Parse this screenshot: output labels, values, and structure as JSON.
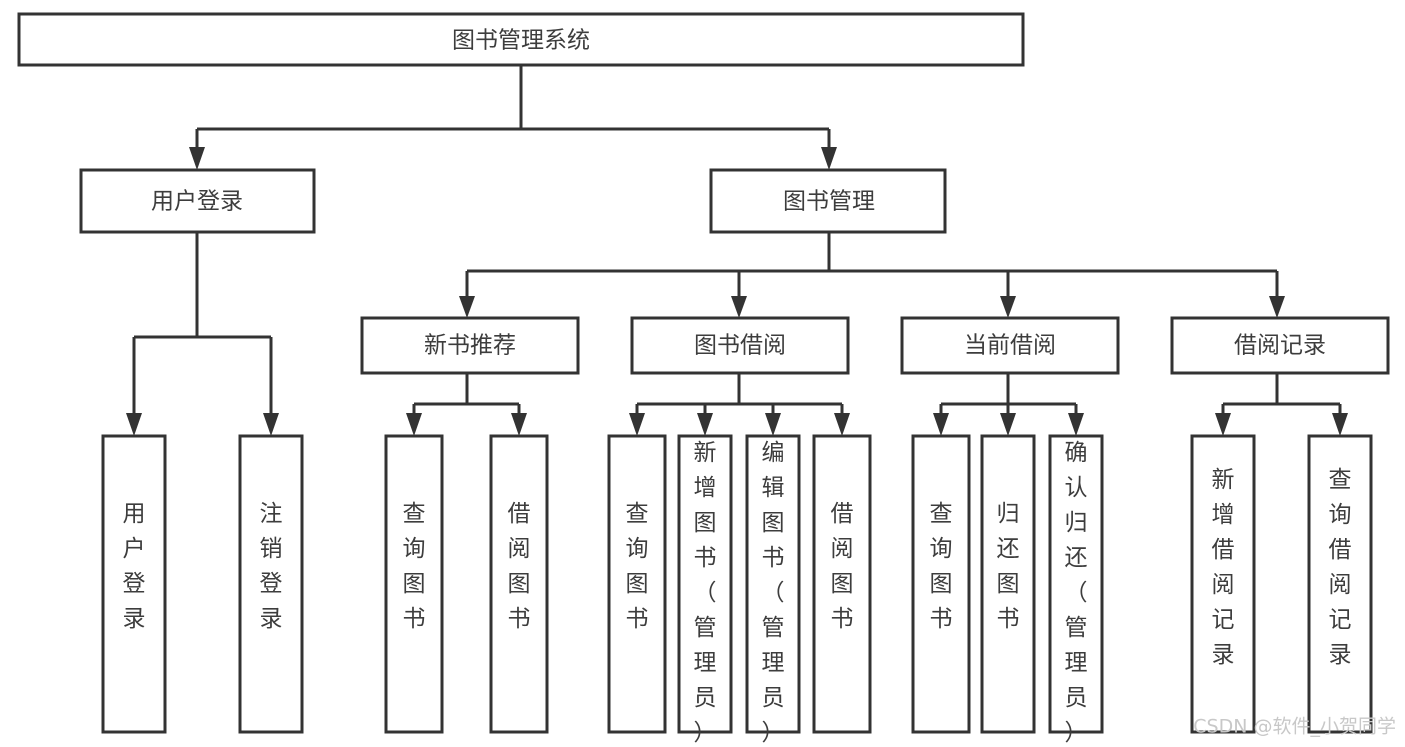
{
  "diagram": {
    "title": "图书管理系统",
    "type": "hierarchy-tree",
    "watermark": "CSDN @软件_小贺同学",
    "colors": {
      "box_stroke": "#333333",
      "box_fill": "#ffffff",
      "text": "#3d3d3d",
      "connector": "#333333",
      "watermark": "#c8c8c8",
      "background": "#ffffff"
    },
    "levels": {
      "root": {
        "label": "图书管理系统"
      },
      "level2": [
        {
          "id": "user-login",
          "label": "用户登录"
        },
        {
          "id": "book-manage",
          "label": "图书管理"
        }
      ],
      "level3": [
        {
          "id": "new-book-recommend",
          "label": "新书推荐",
          "parent": "book-manage"
        },
        {
          "id": "book-borrow",
          "label": "图书借阅",
          "parent": "book-manage"
        },
        {
          "id": "current-borrow",
          "label": "当前借阅",
          "parent": "book-manage"
        },
        {
          "id": "borrow-record",
          "label": "借阅记录",
          "parent": "book-manage"
        }
      ],
      "leaves": [
        {
          "id": "leaf-user-login",
          "label": "用户登录",
          "parent": "user-login"
        },
        {
          "id": "leaf-user-logout",
          "label": "注销登录",
          "parent": "user-login"
        },
        {
          "id": "leaf-query-book-1",
          "label": "查询图书",
          "parent": "new-book-recommend"
        },
        {
          "id": "leaf-borrow-book-1",
          "label": "借阅图书",
          "parent": "new-book-recommend"
        },
        {
          "id": "leaf-query-book-2",
          "label": "查询图书",
          "parent": "book-borrow"
        },
        {
          "id": "leaf-add-book",
          "label": "新增图书（管理员）",
          "parent": "book-borrow"
        },
        {
          "id": "leaf-edit-book",
          "label": "编辑图书（管理员）",
          "parent": "book-borrow"
        },
        {
          "id": "leaf-borrow-book-2",
          "label": "借阅图书",
          "parent": "book-borrow"
        },
        {
          "id": "leaf-query-book-3",
          "label": "查询图书",
          "parent": "current-borrow"
        },
        {
          "id": "leaf-return-book",
          "label": "归还图书",
          "parent": "current-borrow"
        },
        {
          "id": "leaf-confirm-return",
          "label": "确认归还（管理员）",
          "parent": "current-borrow"
        },
        {
          "id": "leaf-add-record",
          "label": "新增借阅记录",
          "parent": "borrow-record"
        },
        {
          "id": "leaf-query-record",
          "label": "查询借阅记录",
          "parent": "borrow-record"
        }
      ]
    }
  }
}
